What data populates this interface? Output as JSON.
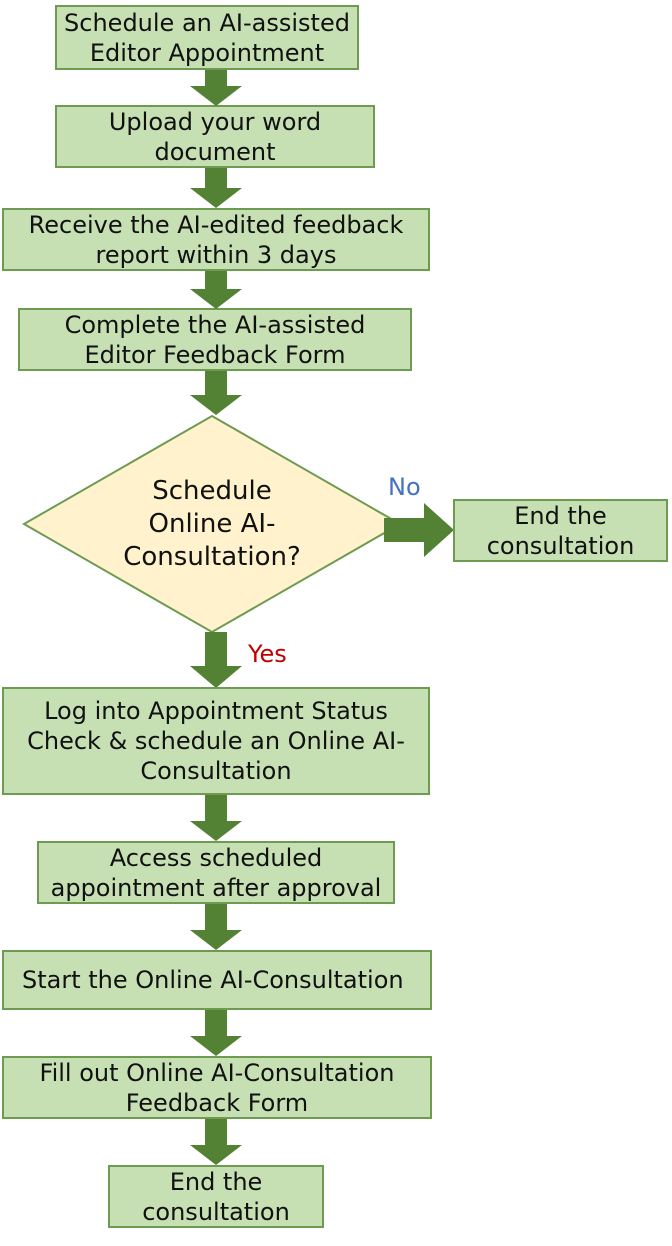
{
  "colors": {
    "box_fill": "#c6e0b4",
    "box_border": "#6e9b52",
    "arrow": "#548235",
    "diamond_fill": "#fff2cc",
    "no_label": "#4472c4",
    "yes_label": "#c00000"
  },
  "steps": [
    {
      "text": "Schedule an AI-assisted\nEditor Appointment"
    },
    {
      "text": "Upload your word\ndocument"
    },
    {
      "text": "Receive the AI-edited feedback\nreport within 3 days"
    },
    {
      "text": "Complete the AI-assisted\nEditor Feedback Form"
    }
  ],
  "decision": {
    "text": "Schedule\nOnline AI-\nConsultation?",
    "no_label": "No",
    "yes_label": "Yes"
  },
  "no_branch_end": {
    "text": "End the\nconsultation"
  },
  "yes_steps": [
    {
      "text": "Log into Appointment Status\nCheck & schedule an Online AI-\nConsultation"
    },
    {
      "text": "Access scheduled\nappointment after approval"
    },
    {
      "text": "Start the Online AI-Consultation"
    },
    {
      "text": "Fill out Online AI-Consultation\nFeedback Form"
    },
    {
      "text": "End the\nconsultation"
    }
  ]
}
